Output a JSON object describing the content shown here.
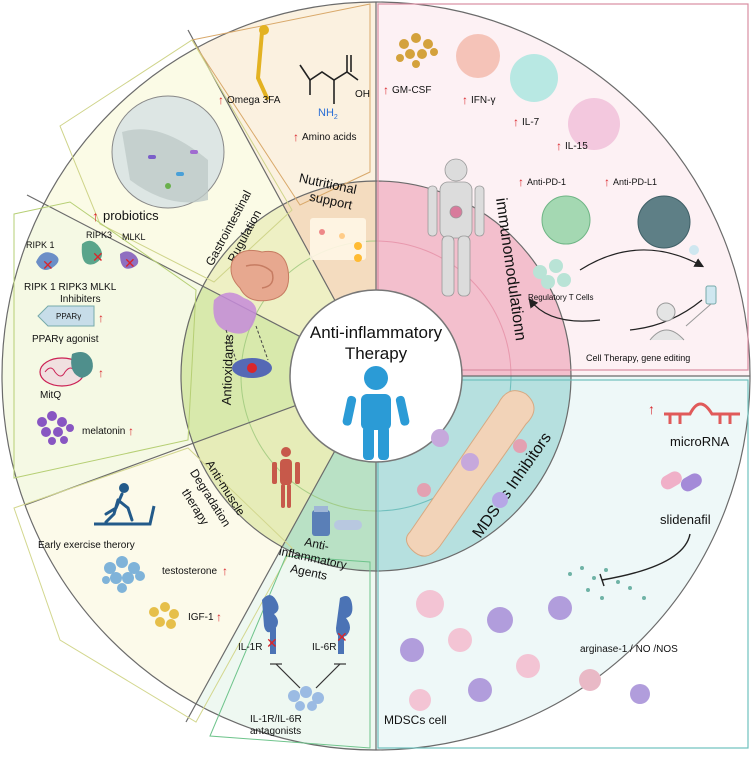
{
  "center": {
    "line1": "Anti-inflammatory",
    "line2": "Therapy"
  },
  "sectors": {
    "nutritional": {
      "title_line1": "Nutritional",
      "title_line2": "support",
      "items": {
        "omega": "Omega 3FA",
        "amino": "Amino acids",
        "amine_label": "NH",
        "amine_sub": "2",
        "hydroxyl": "OH"
      }
    },
    "gastro": {
      "title_line1": "Gastrointestinal",
      "title_line2": "Rugulation",
      "items": {
        "probiotics": "probiotics"
      }
    },
    "antioxidants": {
      "title": "Antioxidants",
      "items": {
        "ripk1": "RIPK 1",
        "ripk3": "RIPK3",
        "mlkl": "MLKL",
        "inhib_line1": "RIPK 1 RIPK3 MLKL",
        "inhib_line2": "Inhibiters",
        "ppar_badge": "PPARγ",
        "ppar": "PPARγ agonist",
        "mitq": "MitQ",
        "melatonin": "melatonin"
      }
    },
    "muscle": {
      "title_line1": "Anti-muscle",
      "title_line2": "Degradation",
      "title_line3": "therapy",
      "items": {
        "exercise": "Early exercise therory",
        "testosterone": "testosterone",
        "igf": "IGF-1"
      }
    },
    "agents": {
      "title_line1": "Anti-",
      "title_line2": "inflammatory",
      "title_line3": "Agents",
      "items": {
        "il1r": "IL-1R",
        "il6r": "IL-6R",
        "antag_line1": "IL-1R/IL-6R",
        "antag_line2": "antagonists"
      }
    },
    "immuno": {
      "title": "immunomodulationn",
      "items": {
        "gmcsf": "GM-CSF",
        "ifn": "IFN-γ",
        "il7": "IL-7",
        "il15": "IL-15",
        "antipd1": "Anti-PD-1",
        "antipdl1": "Anti-PD-L1",
        "treg": "Regulatory T Cells",
        "cell_therapy": "Cell Therapy, gene editing"
      }
    },
    "mdsc": {
      "title": "MDSCs Inhibitors",
      "items": {
        "microrna": "microRNA",
        "slidenafil": "slidenafil",
        "arginase": "arginase-1 / NO /NOS",
        "mdsc_cell": "MDSCs cell"
      }
    }
  },
  "colors": {
    "outline": "#6b6b6b",
    "nutritional_bg": "#fbf1e0",
    "nutritional_mid": "#f4dcbf",
    "gastro_bg": "#fbfbe6",
    "gastro_mid": "#eef0c4",
    "antiox_bg": "#f5f9e4",
    "antiox_mid": "#d8e9ac",
    "muscle_bg": "#fcfaea",
    "muscle_mid": "#e6ecb8",
    "agents_bg": "#eef8f1",
    "agents_mid": "#b9e1c5",
    "immuno_bg": "#fdf1f4",
    "immuno_mid": "#f3bfcd",
    "mdsc_bg": "#eef8f8",
    "mdsc_mid": "#b6e0df",
    "arrow_red": "#d9262b",
    "person_blue": "#2b9bd6"
  }
}
